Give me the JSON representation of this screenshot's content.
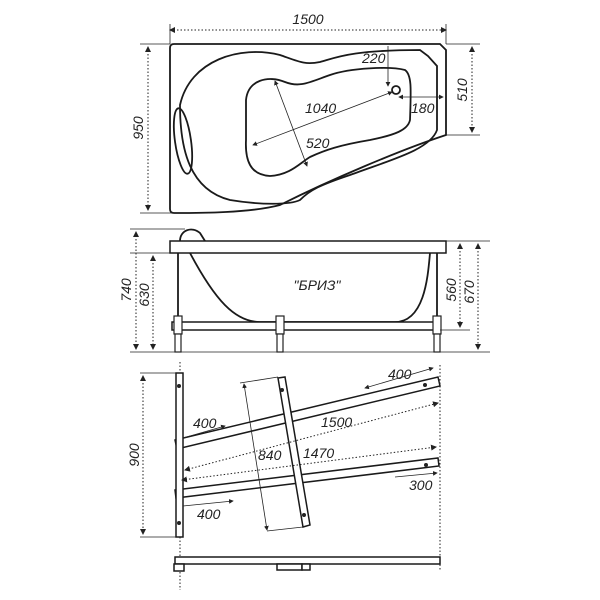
{
  "top_view": {
    "width_label": "1500",
    "depth_label": "950",
    "right_side_label": "510",
    "drain_offset_top_label": "220",
    "drain_offset_side_label": "180",
    "bowl_length_label": "1040",
    "bowl_width_label": "520"
  },
  "side_view": {
    "model_name": "\"БРИЗ\"",
    "total_height_label": "740",
    "left_rim_height_label": "630",
    "frame_height_label": "560",
    "right_total_height_label": "670"
  },
  "frame_view": {
    "frame_height_label": "900",
    "upper_left_offset_label": "400",
    "upper_right_offset_label": "400",
    "upper_rail_length_label": "1500",
    "cross_bar_length_label": "840",
    "lower_rail_length_label": "1470",
    "lower_right_offset_label": "300",
    "lower_left_offset_label": "400"
  }
}
